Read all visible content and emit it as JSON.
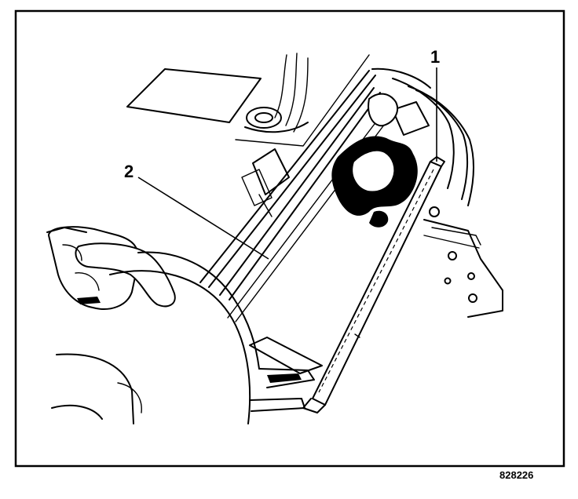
{
  "diagram": {
    "callouts": [
      {
        "id": "callout-1",
        "label": "1"
      },
      {
        "id": "callout-2",
        "label": "2"
      }
    ],
    "figure_id": "828226"
  },
  "colors": {
    "ink": "#000000",
    "paper": "#ffffff"
  }
}
